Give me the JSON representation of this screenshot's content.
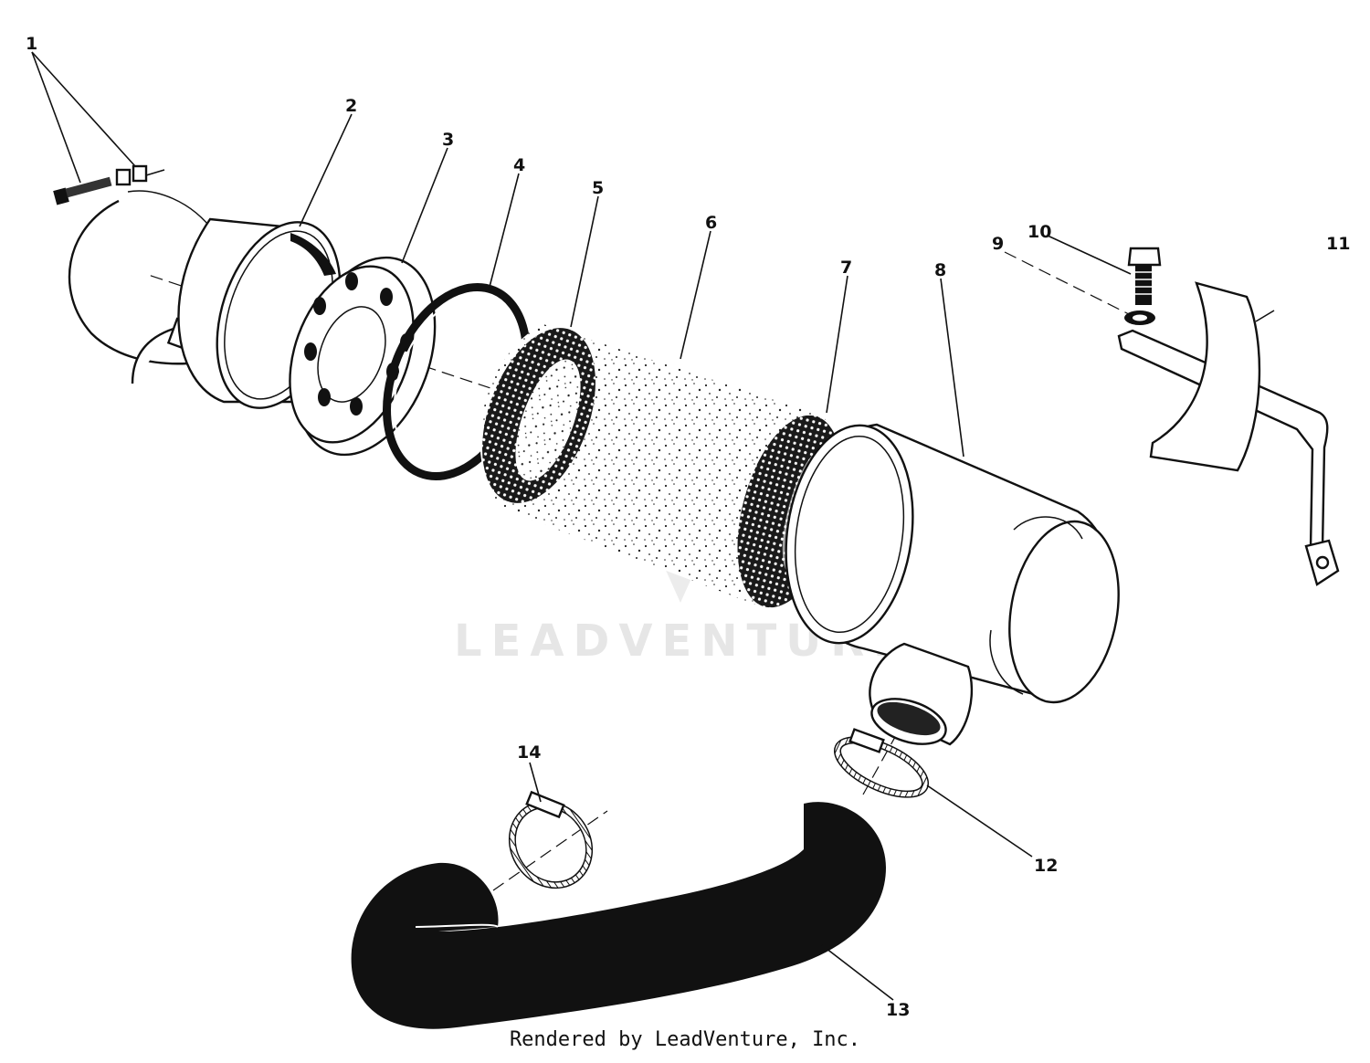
{
  "diagram": {
    "callouts": [
      {
        "id": "1",
        "label": "1"
      },
      {
        "id": "2",
        "label": "2"
      },
      {
        "id": "3",
        "label": "3"
      },
      {
        "id": "4",
        "label": "4"
      },
      {
        "id": "5",
        "label": "5"
      },
      {
        "id": "6",
        "label": "6"
      },
      {
        "id": "7",
        "label": "7"
      },
      {
        "id": "8",
        "label": "8"
      },
      {
        "id": "9",
        "label": "9"
      },
      {
        "id": "10",
        "label": "10"
      },
      {
        "id": "11",
        "label": "11"
      },
      {
        "id": "12",
        "label": "12"
      },
      {
        "id": "13",
        "label": "13"
      },
      {
        "id": "14",
        "label": "14"
      }
    ],
    "watermark": "LEADVENTURE",
    "footer": "Rendered by LeadVenture, Inc."
  }
}
